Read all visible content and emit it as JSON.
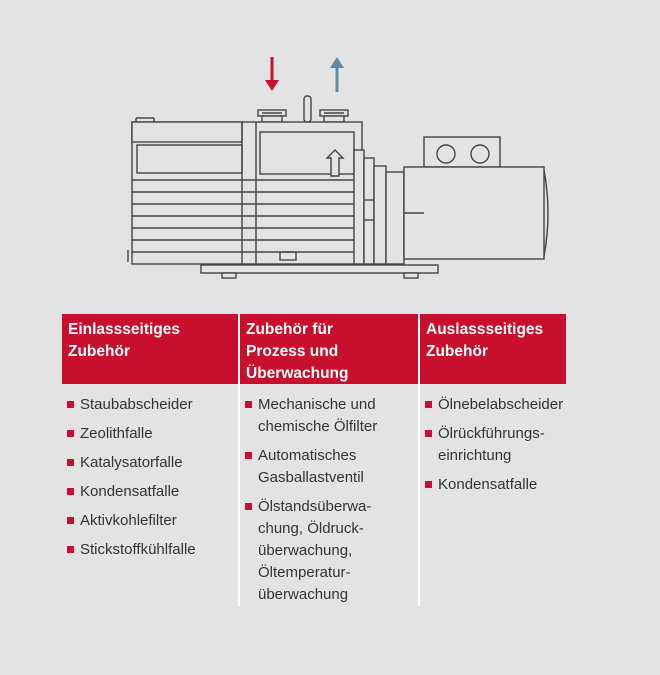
{
  "colors": {
    "background": "#e3e3e3",
    "accent": "#c8102e",
    "inlet_arrow": "#c8102e",
    "outlet_arrow": "#5f8ba0",
    "text": "#333333",
    "outline": "#444444"
  },
  "diagram": {
    "subject": "rotary-vane-vacuum-pump",
    "icons": [
      "inlet-arrow-down-icon",
      "outlet-arrow-up-icon",
      "flow-arrow-up-icon"
    ]
  },
  "columns": [
    {
      "header": "Einlassseitiges\nZubehör",
      "items": [
        "Staubabscheider",
        "Zeolithfalle",
        "Katalysatorfalle",
        "Kondensatfalle",
        "Aktivkohlefilter",
        "Stickstoffkühlfalle"
      ]
    },
    {
      "header": "Zubehör für\nProzess und\nÜberwachung",
      "items": [
        "Mechanische und\nchemische Ölfilter",
        "Automatisches\nGasballastventil",
        "Ölstandsüberwa-\nchung, Öldruck-\nüberwachung,\nÖltemperatur-\nüberwachung"
      ]
    },
    {
      "header": "Auslassseitiges\nZubehör",
      "items": [
        "Ölnebelabscheider",
        "Ölrückführungs-\neinrichtung",
        "Kondensatfalle"
      ]
    }
  ]
}
